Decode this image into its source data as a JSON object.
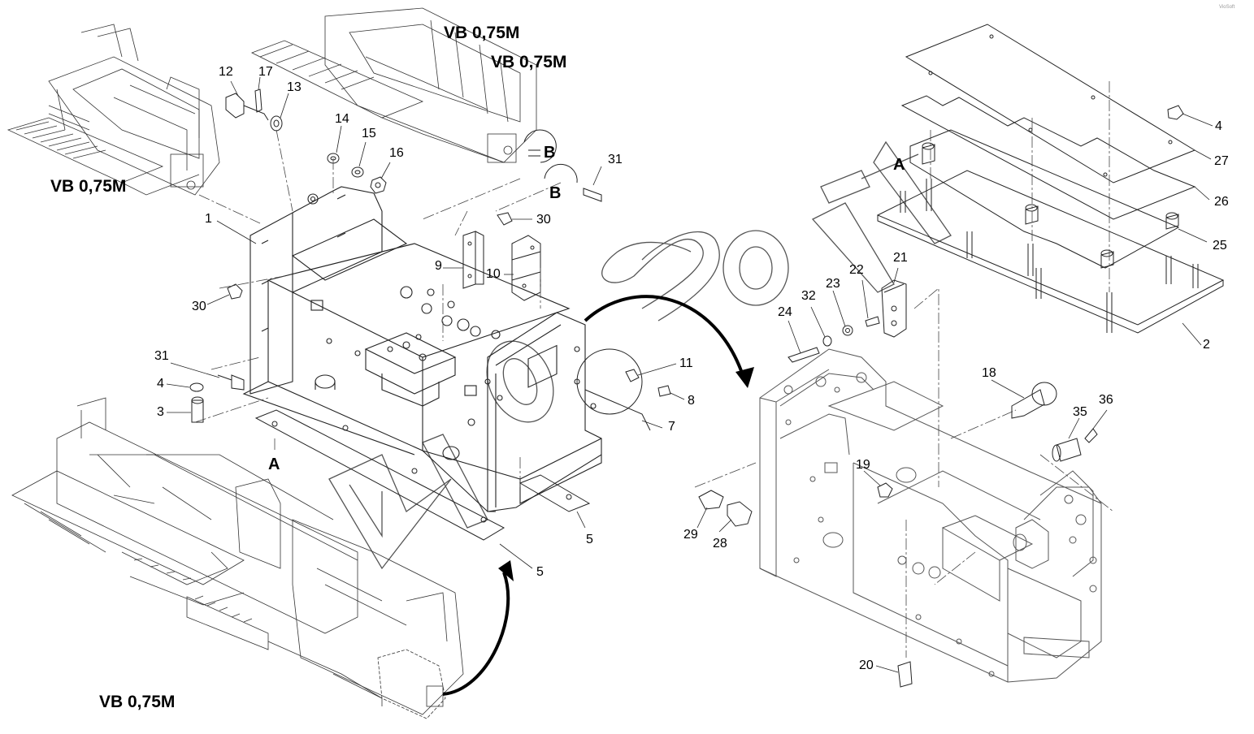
{
  "model_labels": [
    {
      "id": "model-label-topleft",
      "text": "VB 0,75M"
    },
    {
      "id": "model-label-top-1",
      "text": "VB 0,75M"
    },
    {
      "id": "model-label-top-2",
      "text": "VB 0,75M"
    },
    {
      "id": "model-label-bottom",
      "text": "VB 0,75M"
    }
  ],
  "detail_letters": [
    "A",
    "A",
    "B",
    "B"
  ],
  "watermark": "VioSoft",
  "part_numbers": [
    "1",
    "2",
    "3",
    "4",
    "4",
    "5",
    "5",
    "7",
    "8",
    "9",
    "10",
    "11",
    "12",
    "13",
    "14",
    "15",
    "16",
    "17",
    "18",
    "19",
    "20",
    "21",
    "22",
    "23",
    "24",
    "25",
    "26",
    "27",
    "28",
    "29",
    "30",
    "30",
    "31",
    "31",
    "32",
    "35",
    "36"
  ]
}
